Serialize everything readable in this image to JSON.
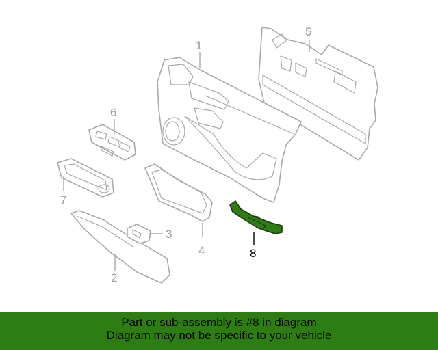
{
  "diagram": {
    "callouts": [
      "1",
      "2",
      "3",
      "4",
      "5",
      "6",
      "7",
      "8"
    ],
    "highlighted_callout": "8",
    "highlight_color": "#2e7d12",
    "line_color": "#a8a8a8"
  },
  "banner": {
    "line1": "Part or sub-assembly is #8 in diagram",
    "line2": "Diagram may not be specific to your vehicle",
    "background": "#2e7d12"
  }
}
